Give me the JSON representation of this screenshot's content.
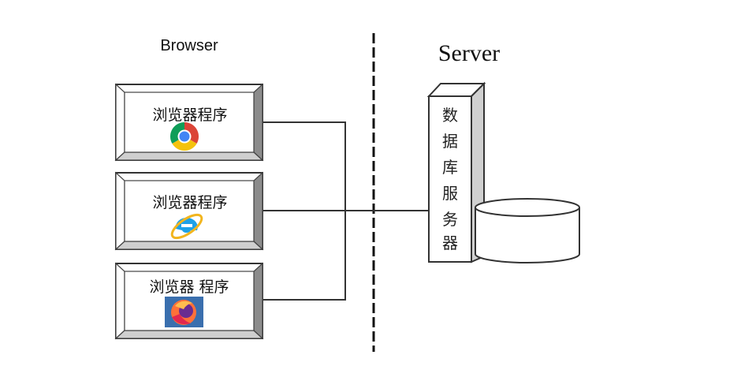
{
  "diagram": {
    "left_section_label": "Browser",
    "right_section_label": "Server",
    "clients": [
      {
        "label": "浏览器程序",
        "icon": "chrome-icon"
      },
      {
        "label": "浏览器程序",
        "icon": "internet-explorer-icon"
      },
      {
        "label": "浏览器 程序",
        "icon": "firefox-icon"
      }
    ],
    "server": {
      "label_chars": [
        "数",
        "据",
        "库",
        "服",
        "务",
        "器"
      ],
      "label": "数据库服务器"
    },
    "database": {
      "shape": "cylinder"
    },
    "colors": {
      "line": "#333333",
      "bevel_dark": "#8c8c8c",
      "bevel_light": "#d9d9d9",
      "side_face": "#d0d0d0",
      "chrome_red": "#db4437",
      "chrome_yellow": "#f4c20d",
      "chrome_green": "#0f9d58",
      "chrome_blue": "#4285f4",
      "ie_blue": "#1ea1e8",
      "ie_ring": "#f2b51e",
      "firefox_orange": "#ff7139",
      "firefox_bg": "#3a6fae"
    }
  }
}
